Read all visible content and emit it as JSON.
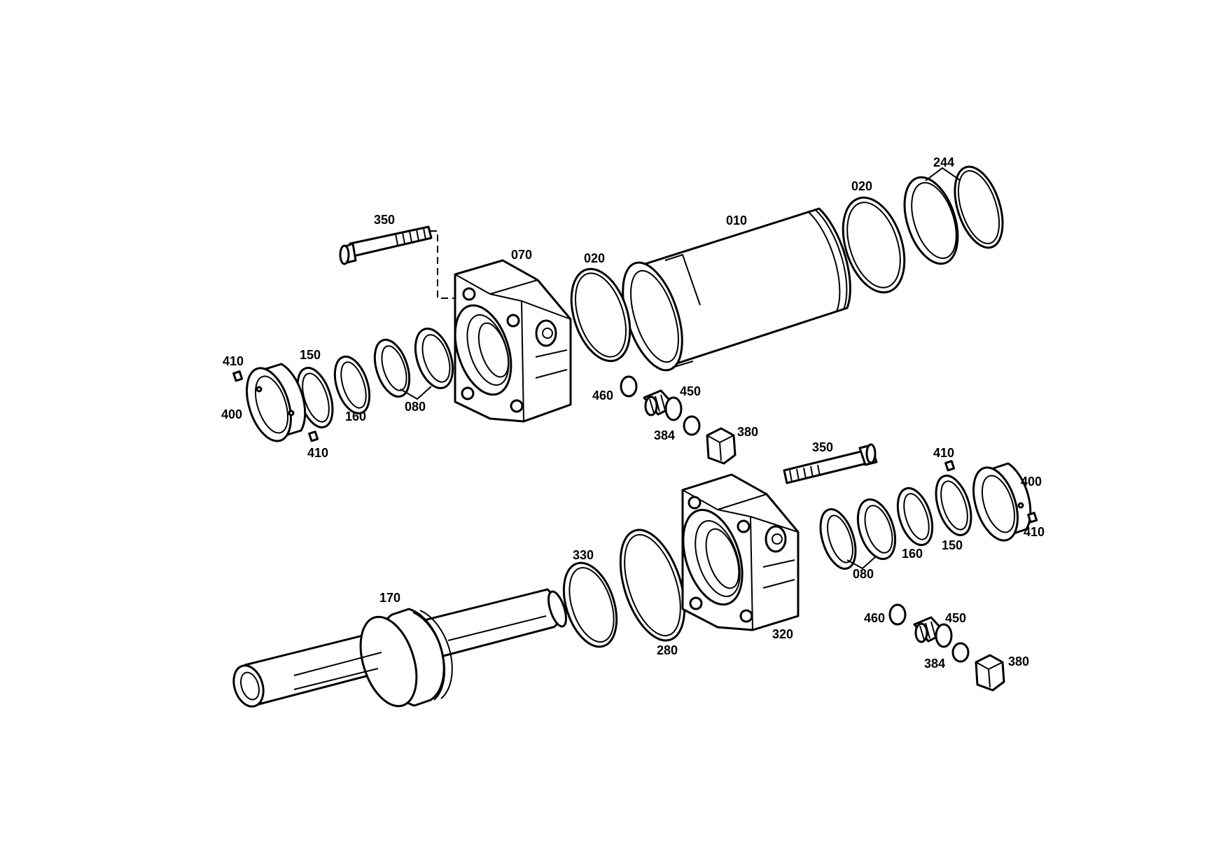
{
  "background": "#ffffff",
  "ink": "#000000",
  "labels": {
    "p010": "010",
    "p020_a": "020",
    "p020_b": "020",
    "p070": "070",
    "p080_a": "080",
    "p080_b": "080",
    "p150_a": "150",
    "p150_b": "150",
    "p160_a": "160",
    "p160_b": "160",
    "p170": "170",
    "p244": "244",
    "p280": "280",
    "p320": "320",
    "p330": "330",
    "p350_a": "350",
    "p350_b": "350",
    "p380_a": "380",
    "p380_b": "380",
    "p384_a": "384",
    "p384_b": "384",
    "p400_a": "400",
    "p400_b": "400",
    "p410_a": "410",
    "p410_b": "410",
    "p410_c": "410",
    "p410_d": "410",
    "p450_a": "450",
    "p450_b": "450",
    "p460_a": "460",
    "p460_b": "460"
  }
}
